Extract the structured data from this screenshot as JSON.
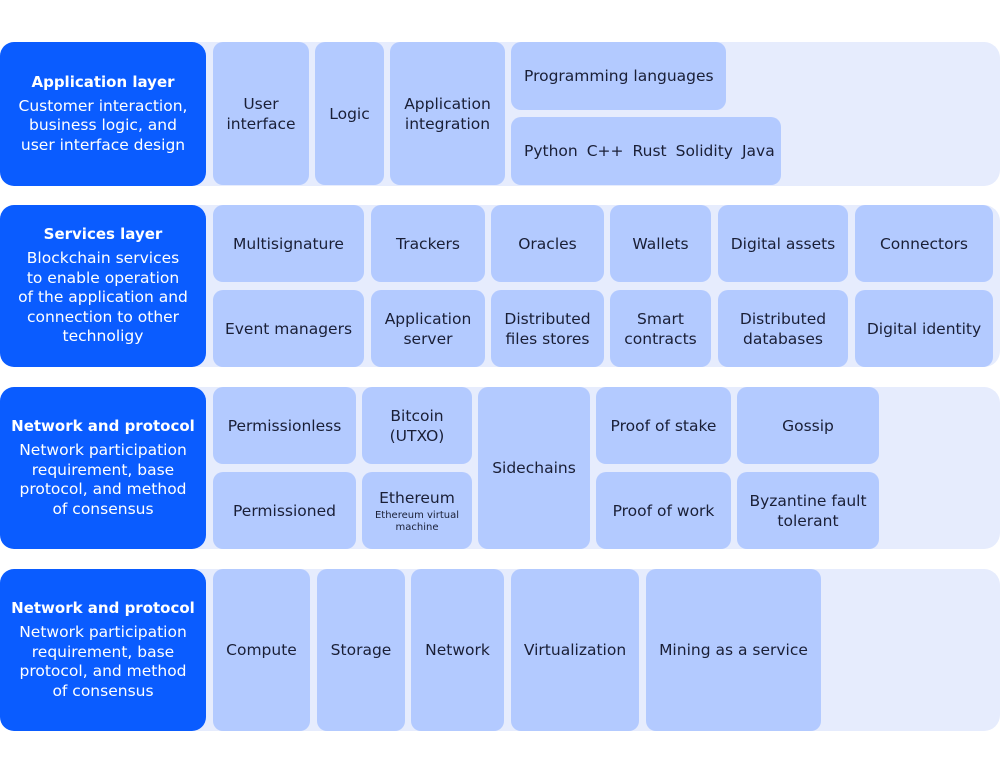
{
  "colors": {
    "header": "#0a5cff",
    "band": "#e6ecfd",
    "cell": "#b3caff",
    "text": "#1a1f36"
  },
  "layers": {
    "application": {
      "title": "Application layer",
      "desc": "Customer interaction, business logic, and user interface design",
      "cells": {
        "ui": "User interface",
        "logic": "Logic",
        "integration": "Application integration",
        "languages": "Programming languages",
        "lang_items": [
          "Python",
          "C++",
          "Rust",
          "Solidity",
          "Java"
        ]
      }
    },
    "services": {
      "title": "Services layer",
      "desc": "Blockchain services to enable operation of the application and connection to other technoligy",
      "cells": {
        "multisignature": "Multisignature",
        "trackers": "Trackers",
        "oracles": "Oracles",
        "wallets": "Wallets",
        "digital_assets": "Digital assets",
        "connectors": "Connectors",
        "event_managers": "Event managers",
        "application_server": "Application server",
        "distributed_files": "Distributed files stores",
        "smart_contracts": "Smart contracts",
        "distributed_db": "Distributed databases",
        "digital_identity": "Digital identity"
      }
    },
    "network": {
      "title": "Network and protocol",
      "desc": "Network participation requirement, base protocol, and method of consensus",
      "cells": {
        "permissionless": "Permissionless",
        "permissioned": "Permissioned",
        "bitcoin": "Bitcoin (UTXO)",
        "ethereum": "Ethereum",
        "ethereum_sub": "Ethereum virtual machine",
        "sidechains": "Sidechains",
        "proof_stake": "Proof of stake",
        "proof_work": "Proof of work",
        "gossip": "Gossip",
        "bft": "Byzantine fault tolerant"
      }
    },
    "infrastructure": {
      "title": "Network and protocol",
      "desc": "Network participation requirement, base protocol, and method of consensus",
      "cells": {
        "compute": "Compute",
        "storage": "Storage",
        "network": "Network",
        "virtualization": "Virtualization",
        "mining": "Mining as a service"
      }
    }
  }
}
